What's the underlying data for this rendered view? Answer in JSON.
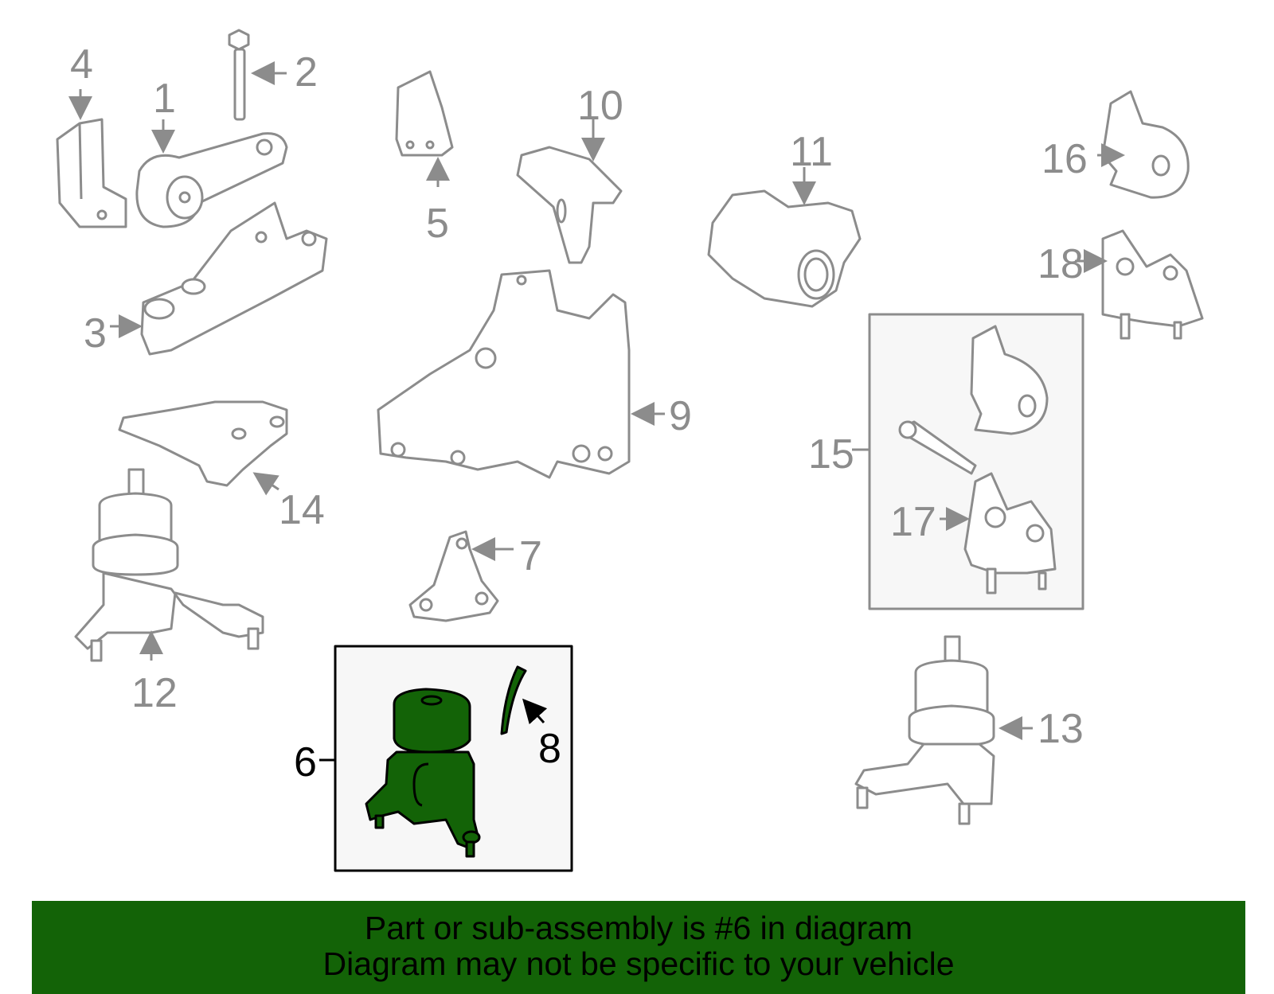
{
  "diagram": {
    "highlight_color": "#136307",
    "part_stroke_color": "#8c8c8c",
    "callouts": [
      {
        "id": "1",
        "label": "1"
      },
      {
        "id": "2",
        "label": "2"
      },
      {
        "id": "3",
        "label": "3"
      },
      {
        "id": "4",
        "label": "4"
      },
      {
        "id": "5",
        "label": "5"
      },
      {
        "id": "6",
        "label": "6"
      },
      {
        "id": "7",
        "label": "7"
      },
      {
        "id": "8",
        "label": "8"
      },
      {
        "id": "9",
        "label": "9"
      },
      {
        "id": "10",
        "label": "10"
      },
      {
        "id": "11",
        "label": "11"
      },
      {
        "id": "12",
        "label": "12"
      },
      {
        "id": "13",
        "label": "13"
      },
      {
        "id": "14",
        "label": "14"
      },
      {
        "id": "15",
        "label": "15"
      },
      {
        "id": "16",
        "label": "16"
      },
      {
        "id": "17",
        "label": "17"
      },
      {
        "id": "18",
        "label": "18"
      }
    ],
    "highlighted_part": "6"
  },
  "banner": {
    "line1": "Part or sub-assembly is #6 in diagram",
    "line2": "Diagram may not be specific to your vehicle",
    "background": "#136307"
  }
}
